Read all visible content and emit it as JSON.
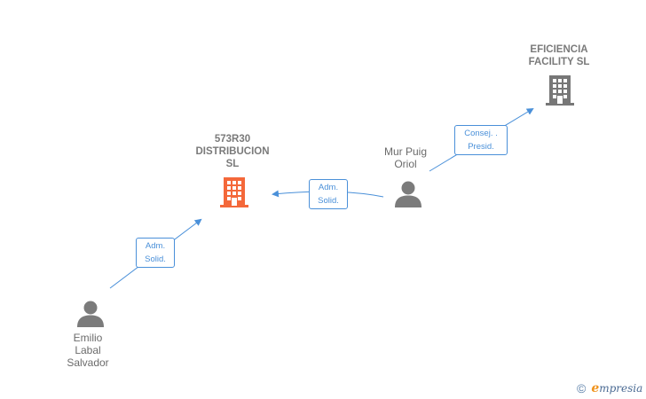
{
  "nodes": {
    "company_573r30": {
      "lines": [
        "573R30",
        "DISTRIBUCION",
        "SL"
      ],
      "color": "#f4683a"
    },
    "company_eficiencia": {
      "lines": [
        "EFICIENCIA",
        "FACILITY  SL"
      ],
      "color": "#777777"
    },
    "person_mur_puig": {
      "lines": [
        "Mur Puig",
        "Oriol"
      ]
    },
    "person_emilio": {
      "lines": [
        "Emilio",
        "Labal",
        "Salvador"
      ]
    }
  },
  "edges": {
    "emilio_to_573r30": [
      "Adm.",
      "Solid."
    ],
    "mur_to_573r30": [
      "Adm.",
      "Solid."
    ],
    "mur_to_eficiencia": [
      "Consej. .",
      "Presid."
    ]
  },
  "colors": {
    "edge": "#4a90d9",
    "person_icon": "#7b7b7b"
  },
  "footer": {
    "copyright": "©",
    "brand_first": "e",
    "brand_rest": "mpresia"
  }
}
